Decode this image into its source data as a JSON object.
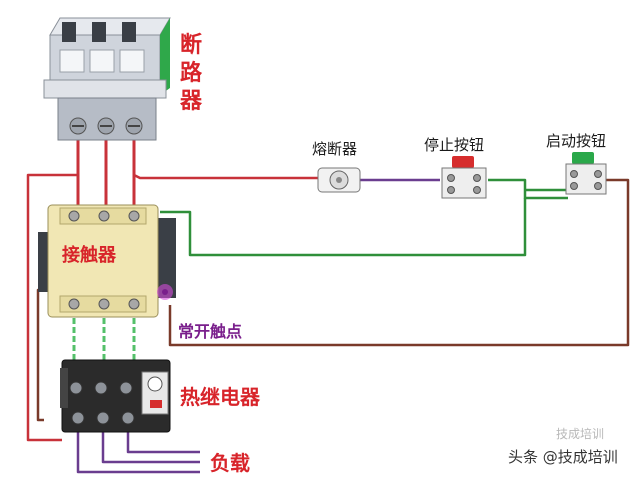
{
  "labels": {
    "breaker": [
      "断",
      "路",
      "器"
    ],
    "fuse": "熔断器",
    "stop_button": "停止按钮",
    "start_button": "启动按钮",
    "contactor": "接触器",
    "no_contact": "常开触点",
    "thermal_relay": "热继电器",
    "load": "负载"
  },
  "watermark": {
    "text": "头条 @技成培训",
    "faded_text": "技成培训"
  },
  "colors": {
    "label_red": "#d8242a",
    "no_contact_label": "#7a1f8c",
    "wire_red": "#c8323a",
    "wire_green": "#2f8f3a",
    "wire_brown": "#7a3a2a",
    "wire_purple": "#6a3d8f",
    "breaker_body": "#cfd4dc",
    "contactor_body": "#f1e7b4",
    "relay_body": "#2b2b2b",
    "stop_cap": "#d62d2d",
    "start_cap": "#2aa84a"
  },
  "icons": [
    "breaker-icon",
    "fuse-icon",
    "stop-button-icon",
    "start-button-icon",
    "contactor-icon",
    "thermal-relay-icon"
  ]
}
